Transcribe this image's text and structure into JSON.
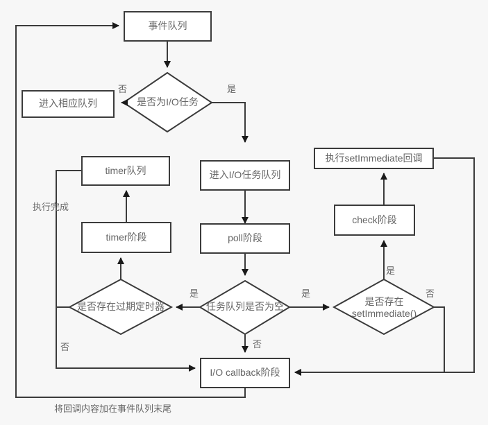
{
  "diagram": {
    "title": "Node.js Event Loop Flowchart",
    "background_color": "#f7f7f7",
    "node_border_color": "#3b3b3b",
    "text_color": "#666666",
    "nodes": [
      {
        "id": "event-queue",
        "label": "事件队列",
        "shape": "box"
      },
      {
        "id": "is-io-task",
        "label": "是否为I/O任务",
        "shape": "diamond"
      },
      {
        "id": "enter-queue",
        "label": "进入相应队列",
        "shape": "box"
      },
      {
        "id": "enter-io-queue",
        "label": "进入I/O任务队列",
        "shape": "box"
      },
      {
        "id": "poll-phase",
        "label": "poll阶段",
        "shape": "box"
      },
      {
        "id": "timer-queue",
        "label": "timer队列",
        "shape": "box"
      },
      {
        "id": "timer-phase",
        "label": "timer阶段",
        "shape": "box"
      },
      {
        "id": "run-setimmediate",
        "label": "执行setImmediate回调",
        "shape": "box"
      },
      {
        "id": "check-phase",
        "label": "check阶段",
        "shape": "box"
      },
      {
        "id": "has-expired-timer",
        "label": "是否存在过期定时器",
        "shape": "diamond"
      },
      {
        "id": "queue-empty",
        "label": "任务队列是否为空",
        "shape": "diamond"
      },
      {
        "id": "has-setimmediate",
        "label": "是否存在\nsetImmediate()",
        "shape": "diamond"
      },
      {
        "id": "io-callback-phase",
        "label": "I/O callback阶段",
        "shape": "box"
      }
    ],
    "edge_labels": [
      {
        "id": "no-io",
        "text": "否"
      },
      {
        "id": "yes-io",
        "text": "是"
      },
      {
        "id": "exec-complete",
        "text": "执行完成"
      },
      {
        "id": "yes-queue-empty",
        "text": "是"
      },
      {
        "id": "no-queue-empty",
        "text": "否"
      },
      {
        "id": "yes-setimmediate",
        "text": "是"
      },
      {
        "id": "no-setimmediate",
        "text": "否"
      },
      {
        "id": "yes-has-timer",
        "text": "是"
      },
      {
        "id": "no-has-timer",
        "text": "否"
      },
      {
        "id": "append-to-event-queue",
        "text": "将回调内容加在事件队列末尾"
      }
    ]
  }
}
